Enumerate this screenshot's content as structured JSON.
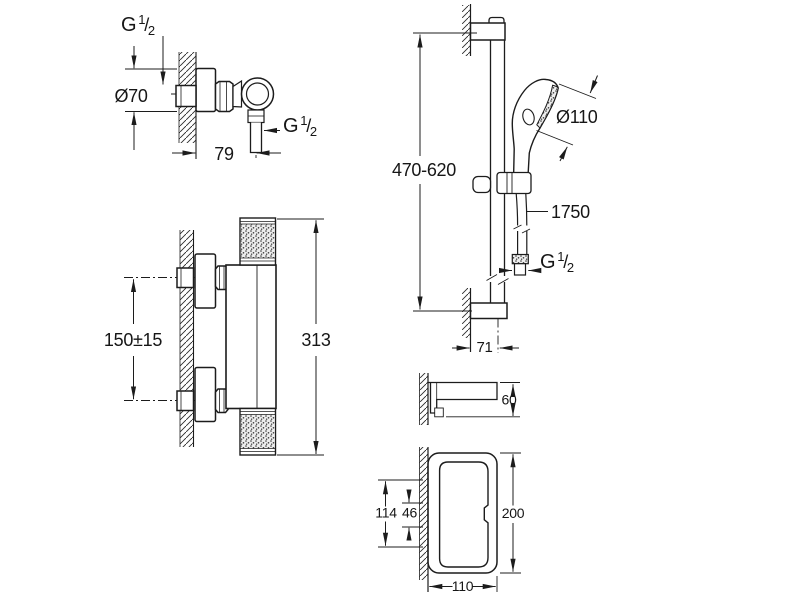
{
  "colors": {
    "background": "#ffffff",
    "line": "#1c1c1c"
  },
  "thread_fraction": {
    "g": "G",
    "num": "1",
    "slash": "/",
    "den": "2"
  },
  "views": {
    "elbow_detail": {
      "flange_diameter": "Ø70",
      "wall_to_outlet": "79"
    },
    "mixer_side": {
      "connection_spacing": "150±15",
      "overall_height": "313"
    },
    "rail_set": {
      "bar_range": "470-620",
      "spray_diameter": "Ø110",
      "hose_length": "1750",
      "bracket_offset": "71"
    },
    "shelf_side": {
      "depth": "60"
    },
    "tray_top": {
      "length": "200",
      "width": "110",
      "span_outer": "114",
      "span_inner": "46"
    }
  }
}
